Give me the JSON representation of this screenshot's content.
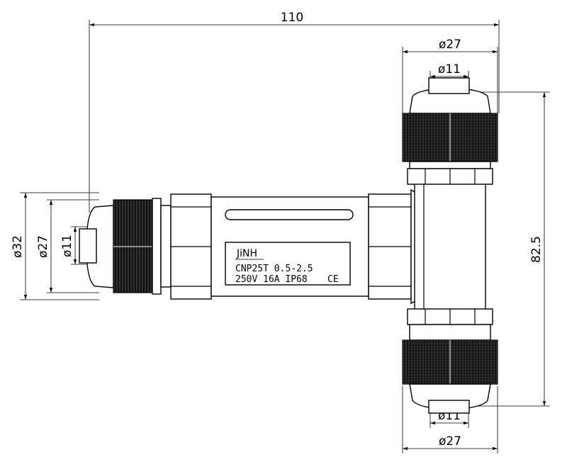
{
  "dimensions": {
    "overall_length": "110",
    "top_outer_dia": "ø27",
    "top_inner_dia": "ø11",
    "left_outer_dia": "ø32",
    "left_mid_dia": "ø27",
    "left_inner_dia": "ø11",
    "bottom_inner_dia": "ø11",
    "bottom_outer_dia": "ø27",
    "height": "82.5"
  },
  "label_plate": {
    "brand": "JiNH",
    "model": "CNP25T 0.5-2.5",
    "rating": "250V 16A IP68",
    "mark": "CE"
  }
}
